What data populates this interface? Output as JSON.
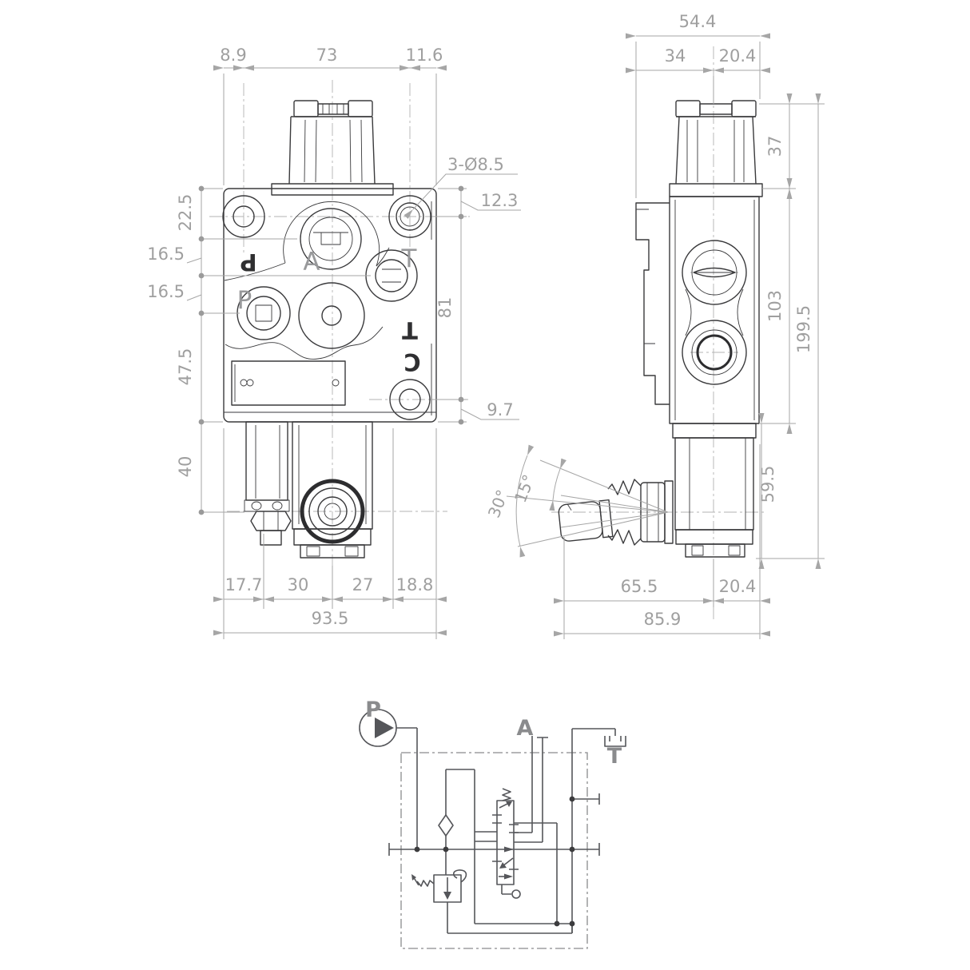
{
  "front": {
    "top": [
      "8.9",
      "73",
      "11.6"
    ],
    "left": [
      "22.5",
      "16.5",
      "16.5",
      "47.5",
      "40"
    ],
    "right": [
      "3-Ø8.5",
      "12.3",
      "81",
      "9.7"
    ],
    "bottom": [
      "17.7",
      "30",
      "27",
      "18.8",
      "93.5"
    ],
    "ports": {
      "p": "P",
      "a": "A",
      "t": "T"
    },
    "cast": {
      "p": "P",
      "t": "T",
      "c": "C"
    }
  },
  "side": {
    "top": [
      "54.4",
      "34",
      "20.4"
    ],
    "right": [
      "37",
      "103",
      "199.5",
      "59.5"
    ],
    "bottom": [
      "65.5",
      "20.4",
      "85.9"
    ],
    "angles": [
      "30°",
      "15°"
    ]
  },
  "schematic": {
    "pump": "P",
    "port_a": "A",
    "tank": "T"
  },
  "colors": {
    "dimension": "#9f9f9f",
    "outline": "#3a3a3c",
    "schematic": "#55565a",
    "gray_label": "#8a8b8d",
    "background": "#ffffff"
  }
}
